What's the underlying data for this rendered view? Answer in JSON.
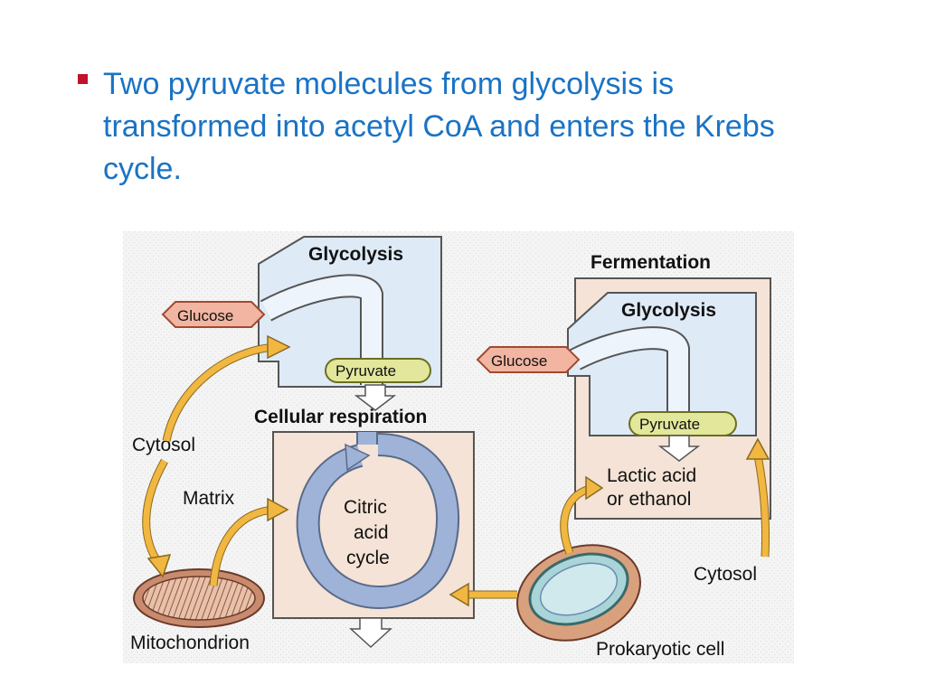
{
  "slide": {
    "bullet_text": "Two  pyruvate molecules from glycolysis is transformed into acetyl CoA and enters the Krebs cycle."
  },
  "diagram": {
    "left_glycolysis_title": "Glycolysis",
    "left_glucose": "Glucose",
    "left_pyruvate": "Pyruvate",
    "cellular_respiration_title": "Cellular respiration",
    "citric_acid_cycle_line1": "Citric",
    "citric_acid_cycle_line2": "acid",
    "citric_acid_cycle_line3": "cycle",
    "cytosol_left": "Cytosol",
    "matrix": "Matrix",
    "mitochondrion": "Mitochondrion",
    "fermentation_title": "Fermentation",
    "right_glycolysis_title": "Glycolysis",
    "right_glucose": "Glucose",
    "right_pyruvate": "Pyruvate",
    "lactic_acid_line1": "Lactic acid",
    "lactic_acid_line2": "or ethanol",
    "cytosol_right": "Cytosol",
    "prokaryotic_cell": "Prokaryotic cell"
  },
  "colors": {
    "bullet_text": "#1a73c4",
    "bullet_marker": "#c0122b",
    "glycolysis_box": "#deeaf6",
    "respiration_box": "#f4e3d6",
    "glucose_tag": "#f2b5a2",
    "pyruvate_tag": "#e2e79b",
    "cycle_arrow": "#9fb3d8",
    "yellow_arrow": "#f2b740",
    "figure_bg": "#f2f2f2"
  }
}
